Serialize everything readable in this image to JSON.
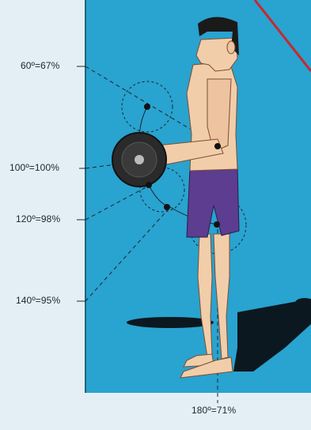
{
  "angles": [
    {
      "label": "60º=67%"
    },
    {
      "label": "100º=100%"
    },
    {
      "label": "120º=98%"
    },
    {
      "label": "140º=95%"
    },
    {
      "label": "180º=71%"
    }
  ],
  "colors": {
    "panel_blue": "#29a3cf",
    "page_bg": "#e4eff5",
    "shorts": "#5c3d8f",
    "skin": "#f2cdaa",
    "hair": "#1a1a1a",
    "shadow": "#0d1a20",
    "diagonal_red": "#c8282e"
  }
}
